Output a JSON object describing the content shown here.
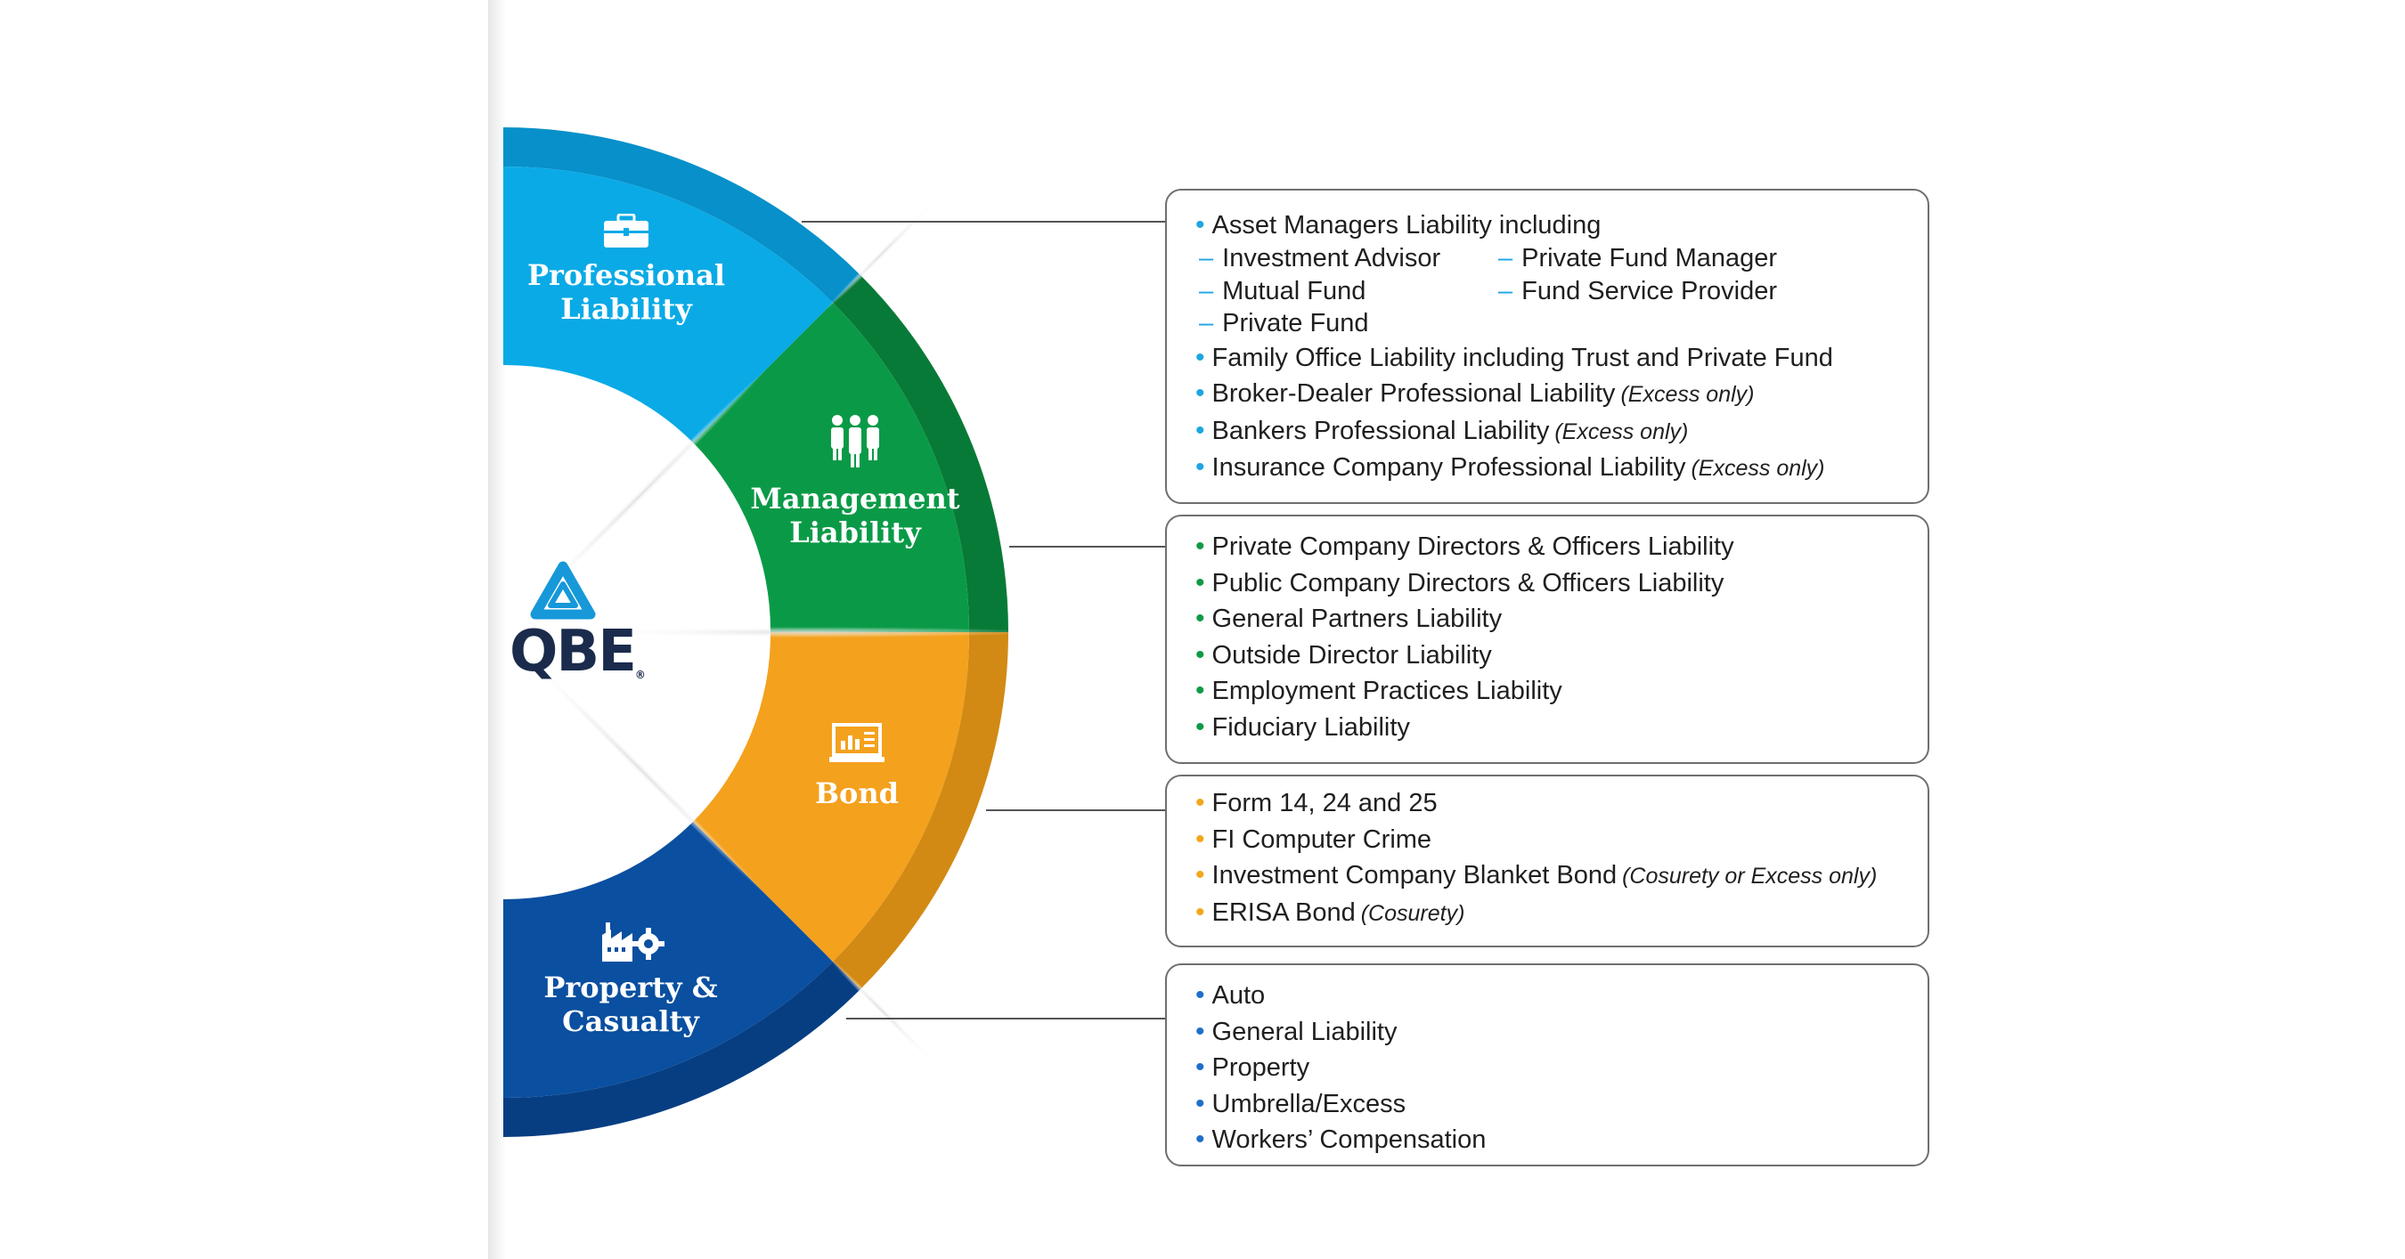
{
  "colors": {
    "professional": "#0aaae6",
    "management": "#0a9a47",
    "bond": "#f4a11d",
    "property": "#0a4fa0",
    "professional_bullet": "#1ea6e0",
    "management_bullet": "#109a48",
    "bond_bullet": "#f2a71b",
    "property_bullet": "#1f6fc9"
  },
  "logo": {
    "name": "QBE",
    "icon": "qbe-triangle-logo"
  },
  "segments": [
    {
      "id": "professional",
      "lines": [
        "Professional",
        "Liability"
      ],
      "icon": "briefcase-icon"
    },
    {
      "id": "management",
      "lines": [
        "Management",
        "Liability"
      ],
      "icon": "people-group-icon"
    },
    {
      "id": "bond",
      "lines": [
        "Bond"
      ],
      "icon": "laptop-chart-icon"
    },
    {
      "id": "property",
      "lines": [
        "Property &",
        "Casualty"
      ],
      "icon": "factory-gear-icon"
    }
  ],
  "boxes": {
    "professional": {
      "heading": "Asset Managers Liability including",
      "sub_items": [
        "Investment Advisor",
        "Private Fund Manager",
        "Mutual Fund",
        "Fund Service Provider",
        "Private Fund"
      ],
      "items": [
        {
          "text": "Family Office Liability including Trust and Private Fund",
          "note": ""
        },
        {
          "text": "Broker-Dealer Professional Liability",
          "note": "(Excess only)"
        },
        {
          "text": "Bankers Professional Liability",
          "note": "(Excess only)"
        },
        {
          "text": "Insurance Company Professional Liability",
          "note": "(Excess only)"
        }
      ]
    },
    "management": {
      "items": [
        {
          "text": "Private Company Directors & Officers Liability"
        },
        {
          "text": "Public Company Directors & Officers Liability"
        },
        {
          "text": "General Partners Liability"
        },
        {
          "text": "Outside Director Liability"
        },
        {
          "text": "Employment Practices Liability"
        },
        {
          "text": "Fiduciary Liability"
        }
      ]
    },
    "bond": {
      "items": [
        {
          "text": "Form 14, 24 and 25",
          "note": ""
        },
        {
          "text": "FI Computer Crime",
          "note": ""
        },
        {
          "text": "Investment Company Blanket Bond",
          "note": "(Cosurety or Excess only)"
        },
        {
          "text": "ERISA Bond",
          "note": "(Cosurety)"
        }
      ]
    },
    "property": {
      "items": [
        {
          "text": "Auto"
        },
        {
          "text": "General Liability"
        },
        {
          "text": "Property"
        },
        {
          "text": "Umbrella/Excess"
        },
        {
          "text": "Workers’ Compensation"
        }
      ]
    }
  }
}
